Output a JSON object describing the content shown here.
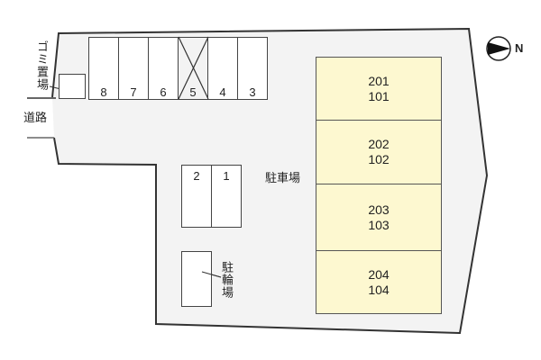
{
  "map": {
    "colors": {
      "site": "#f3f3f3",
      "building": "#fdf8d0",
      "outline": "#333333"
    },
    "labels": {
      "garbage": "ゴミ置場",
      "road": "道路",
      "parking": "駐車場",
      "bicycle": "駐輪場"
    },
    "compass": {
      "letter": "N"
    },
    "top_slots": [
      {
        "num": "8",
        "unavailable": false
      },
      {
        "num": "7",
        "unavailable": false
      },
      {
        "num": "6",
        "unavailable": false
      },
      {
        "num": "5",
        "unavailable": true
      },
      {
        "num": "4",
        "unavailable": false
      },
      {
        "num": "3",
        "unavailable": false
      }
    ],
    "mid_slots": [
      {
        "num": "2"
      },
      {
        "num": "1"
      }
    ],
    "units": [
      {
        "upper": "201",
        "lower": "101"
      },
      {
        "upper": "202",
        "lower": "102"
      },
      {
        "upper": "203",
        "lower": "103"
      },
      {
        "upper": "204",
        "lower": "104"
      }
    ]
  }
}
